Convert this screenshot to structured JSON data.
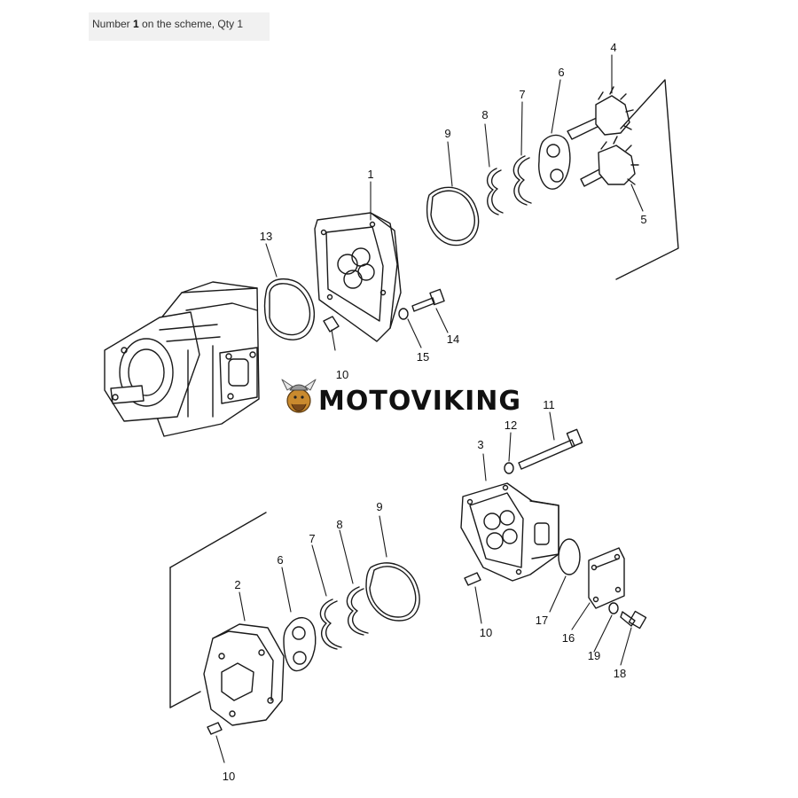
{
  "caption": {
    "prefix": "Number ",
    "number": "1",
    "suffix": " on the scheme, Qty 1"
  },
  "watermark": {
    "text": "MOTOVIKING",
    "text_color": "#111111",
    "logo": "viking-head-logo"
  },
  "colors": {
    "line": "#1a1a1a",
    "background": "#ffffff",
    "caption_bg": "#f1f1f1"
  },
  "callouts": {
    "c1": "1",
    "c2": "2",
    "c3": "3",
    "c4": "4",
    "c5": "5",
    "c6_top": "6",
    "c6_bottom": "6",
    "c7_top": "7",
    "c7_bottom": "7",
    "c8_top": "8",
    "c8_bottom": "8",
    "c9_top": "9",
    "c9_bottom": "9",
    "c10_top": "10",
    "c10_mid": "10",
    "c10_bottom": "10",
    "c11": "11",
    "c12": "12",
    "c13": "13",
    "c14": "14",
    "c15": "15",
    "c16": "16",
    "c17": "17",
    "c18": "18",
    "c19": "19"
  }
}
